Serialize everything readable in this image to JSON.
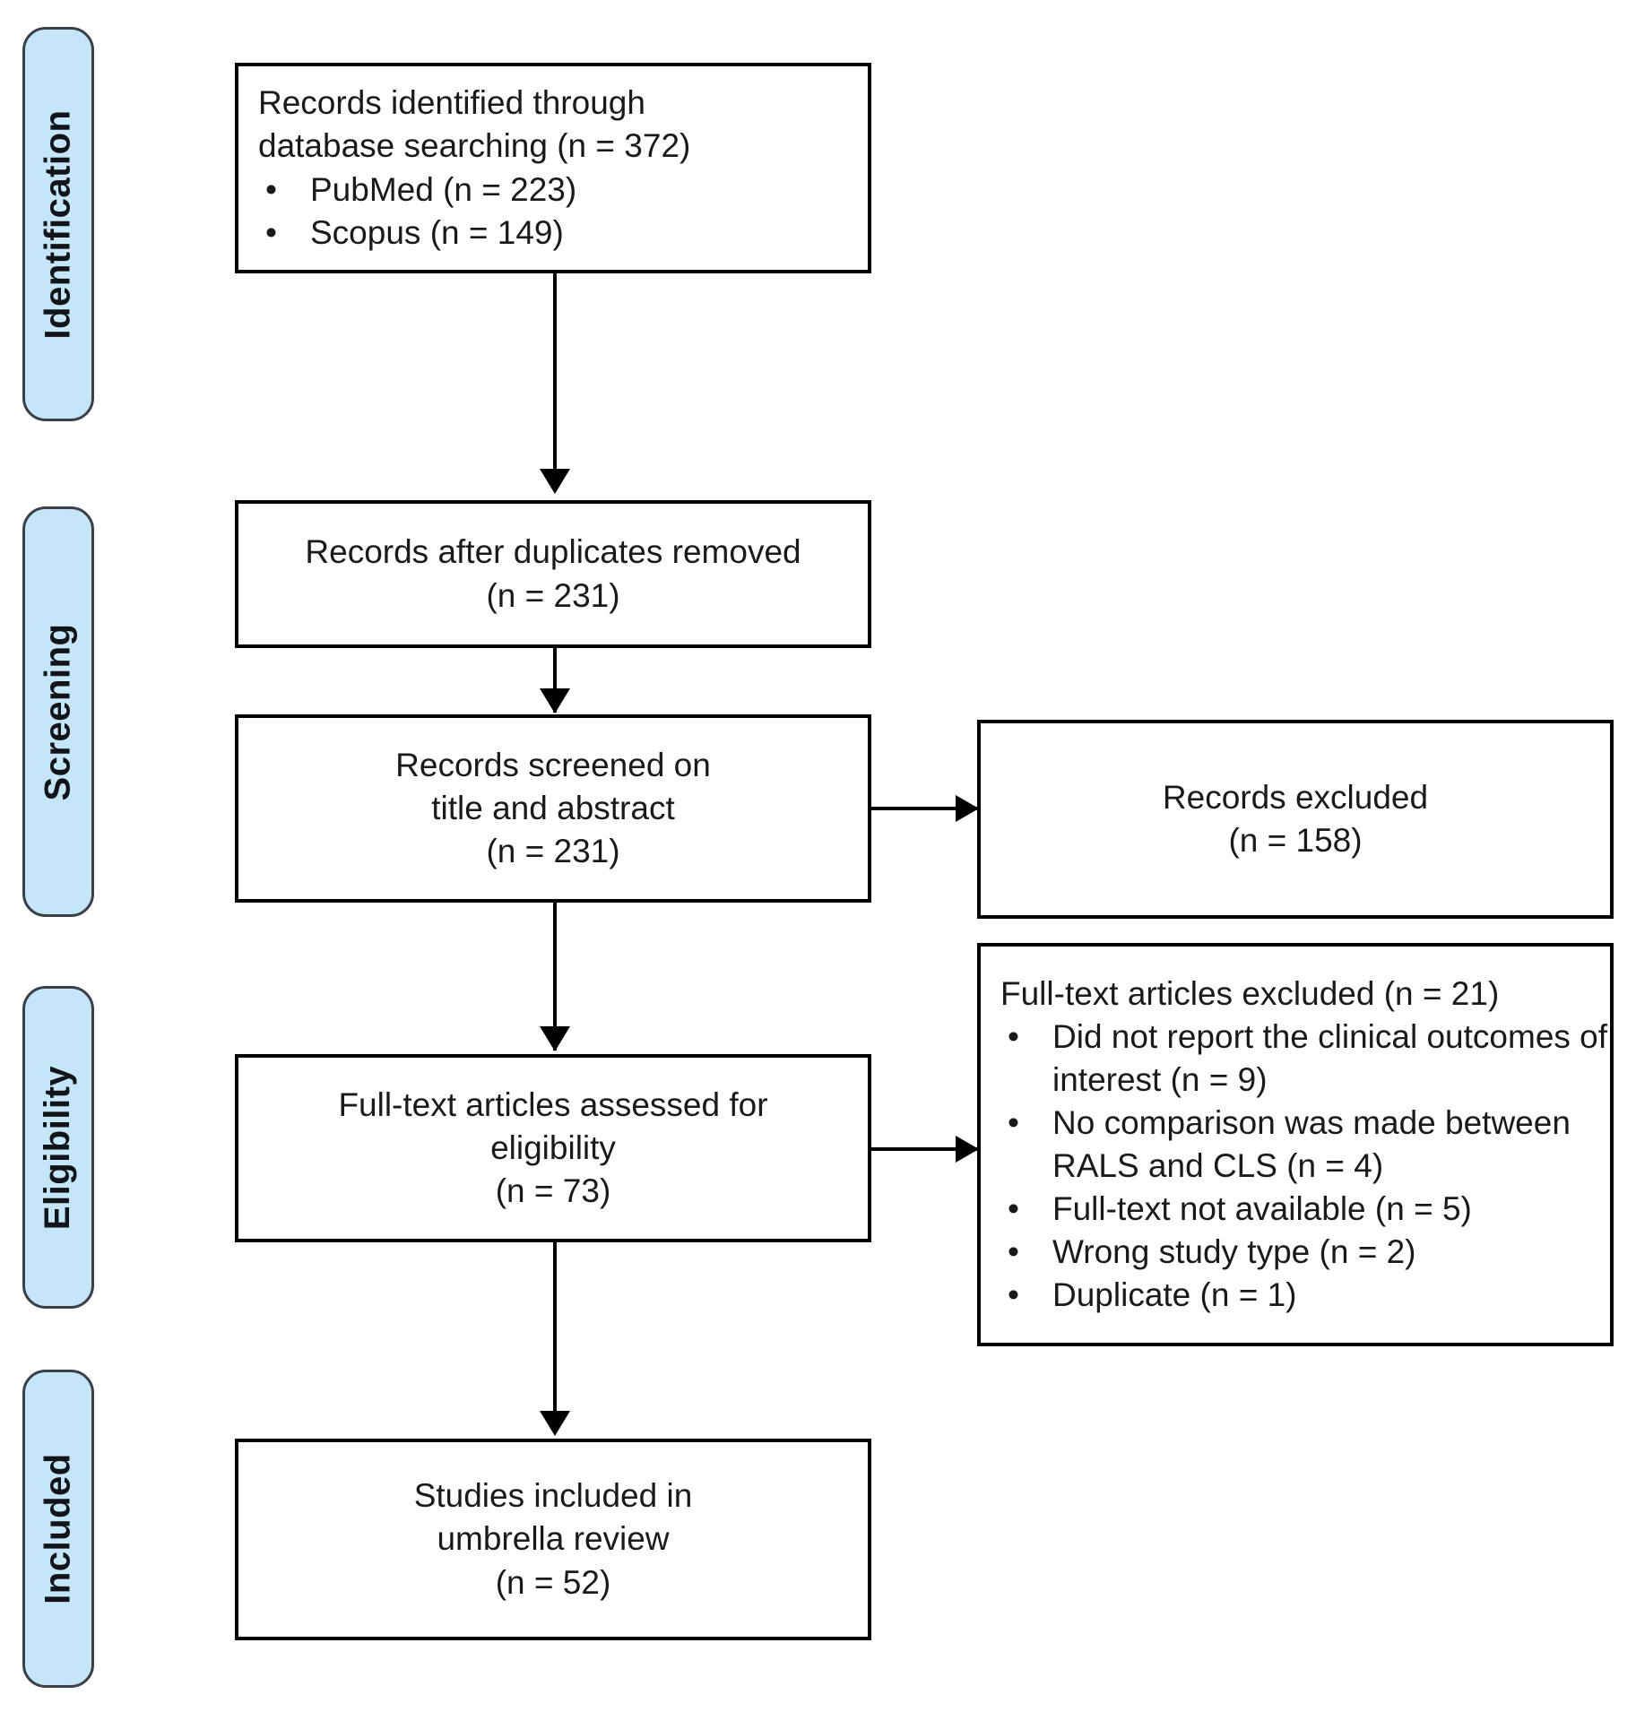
{
  "diagram": {
    "type": "prisma-flow-diagram",
    "title": "PRISMA study selection flow diagram"
  },
  "stages": [
    {
      "id": "identification",
      "label": "Identification"
    },
    {
      "id": "screening",
      "label": "Screening"
    },
    {
      "id": "eligibility",
      "label": "Eligibility"
    },
    {
      "id": "included",
      "label": "Included"
    }
  ],
  "boxes": {
    "identified": {
      "line1": "Records identified through",
      "line2": "database searching (n = 372)",
      "bullets": [
        "PubMed (n = 223)",
        "Scopus (n = 149)"
      ]
    },
    "after_duplicates": {
      "line1": "Records after duplicates removed",
      "line2": "(n = 231)"
    },
    "screened": {
      "line1": "Records screened on",
      "line2": "title and abstract",
      "line3": "(n = 231)"
    },
    "records_excluded": {
      "line1": "Records excluded",
      "line2": "(n = 158)"
    },
    "fulltext_assessed": {
      "line1": "Full-text articles assessed for",
      "line2": "eligibility",
      "line3": "(n = 73)"
    },
    "fulltext_excluded": {
      "heading": "Full-text articles excluded (n = 21)",
      "bullets": [
        "Did not report the clinical outcomes of interest (n = 9)",
        "No comparison was made between RALS and CLS (n = 4)",
        "Full-text not available (n = 5)",
        "Wrong study type (n = 2)",
        "Duplicate (n = 1)"
      ]
    },
    "included_studies": {
      "line1": "Studies included in",
      "line2": "umbrella review",
      "line3": "(n = 52)"
    }
  },
  "counts": {
    "identified_total": 372,
    "pubmed": 223,
    "scopus": 149,
    "after_duplicates": 231,
    "screened": 231,
    "records_excluded": 158,
    "fulltext_assessed": 73,
    "fulltext_excluded": 21,
    "excl_no_outcomes": 9,
    "excl_no_comparison": 4,
    "excl_no_fulltext": 5,
    "excl_wrong_type": 2,
    "excl_duplicate": 1,
    "included_studies": 52
  },
  "bullet_glyph": "•",
  "colors": {
    "stage_fill": "#C5E6F8",
    "stage_border": "#3A4048",
    "box_border": "#000000",
    "box_fill": "#FFFFFF",
    "text": "#1A1A1A",
    "connector": "#000000"
  }
}
